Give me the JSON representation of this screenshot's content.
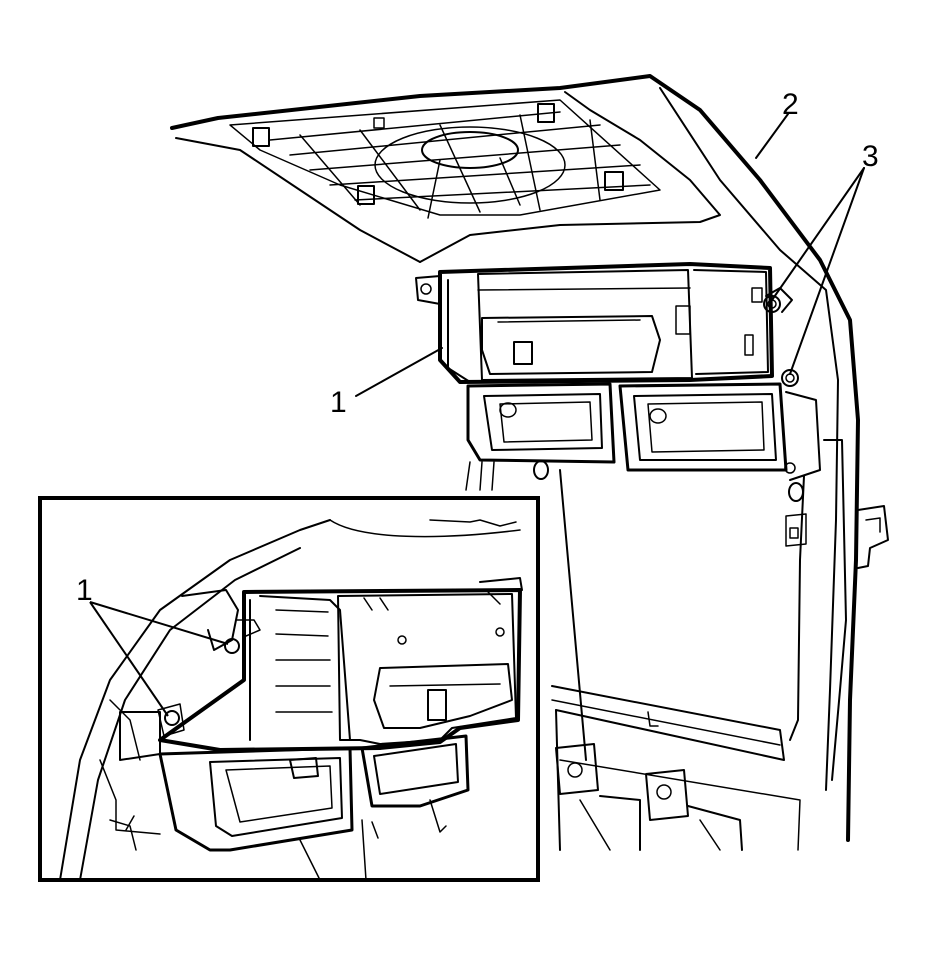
{
  "diagram": {
    "callouts": {
      "main_1": "1",
      "main_2": "2",
      "main_3": "3",
      "inset_1": "1"
    },
    "colors": {
      "ink": "#000000",
      "paper": "#ffffff"
    }
  }
}
